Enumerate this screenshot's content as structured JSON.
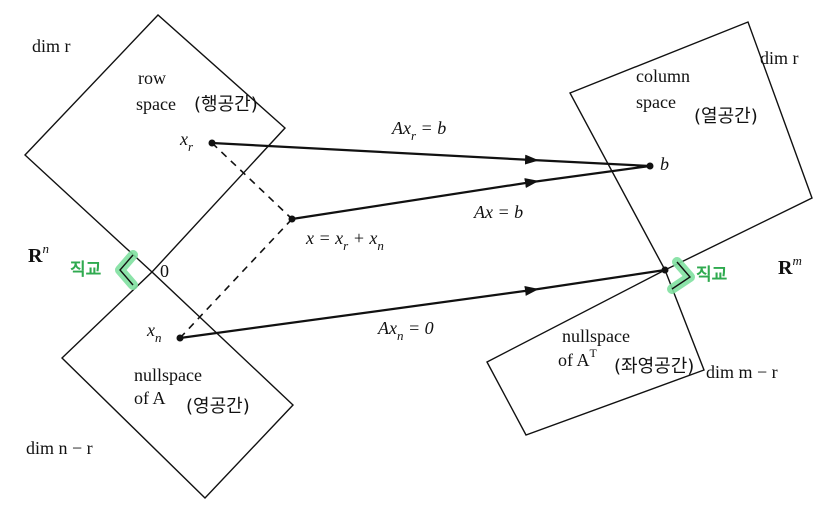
{
  "left": {
    "dim_r": "dim r",
    "row_space_line1": "row",
    "row_space_line2": "space",
    "row_space_korean": "(행공간)",
    "xr": "x",
    "xr_sub": "r",
    "xn": "x",
    "xn_sub": "n",
    "rn": "R",
    "rn_sup": "n",
    "zero": "0",
    "orth_left": "직교",
    "nullspace_line1": "nullspace",
    "nullspace_line2": "of A",
    "nullspace_korean": "(영공간)",
    "dim_n_r": "dim n − r"
  },
  "middle": {
    "axr_b": "Ax",
    "axr_sub": "r",
    "axr_rest": " = b",
    "ax_b": "Ax = b",
    "x_eq": "x = x",
    "x_eq_sub1": "r",
    "x_eq_plus": " + x",
    "x_eq_sub2": "n",
    "axn_0": "Ax",
    "axn_sub": "n",
    "axn_rest": " = 0"
  },
  "right": {
    "dim_r": "dim r",
    "column_line1": "column",
    "column_line2": "space",
    "column_korean": "(열공간)",
    "b": "b",
    "rm": "R",
    "rm_sup": "m",
    "orth_right": "직교",
    "left_null_line1": "nullspace",
    "left_null_line2": "of A",
    "left_null_sup": "T",
    "left_null_korean": "(좌영공간)",
    "dim_m_r": "dim m − r"
  },
  "colors": {
    "ink": "#111111",
    "highlight": "#7fe0a0",
    "green_text": "#2faa4f"
  }
}
